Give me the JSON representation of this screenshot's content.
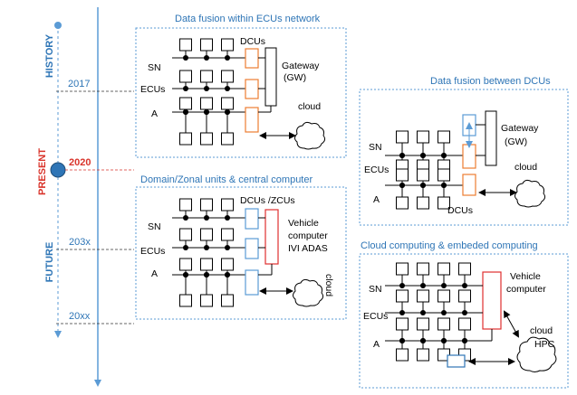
{
  "timeline": {
    "history": "HISTORY",
    "present": "PRESENT",
    "future": "FUTURE",
    "years": [
      "2017",
      "2020",
      "203x",
      "20xx"
    ]
  },
  "panels": {
    "p1": {
      "title": "Data fusion within ECUs network",
      "dcus": "DCUs",
      "gateway": "Gateway",
      "gw": "(GW)",
      "cloud": "cloud"
    },
    "p2": {
      "title": "Domain/Zonal units & central computer",
      "dcus": "DCUs /ZCUs",
      "vehicle": "Vehicle",
      "computer": "computer",
      "ivi": "IVI ADAS",
      "cloud": "cloud"
    },
    "p3": {
      "title": "Data fusion between DCUs",
      "gateway": "Gateway",
      "gw": "(GW)",
      "cloud": "cloud",
      "dcus": "DCUs"
    },
    "p4": {
      "title": "Cloud computing & embeded computing",
      "vehicle": "Vehicle",
      "computer": "computer",
      "cloud": "cloud",
      "hpc": "HPC"
    }
  },
  "row_labels": {
    "sn": "SN",
    "ecus": "ECUs",
    "a": "A"
  },
  "colors": {
    "title_blue": "#2e75b6",
    "timeline_blue": "#5b9bd5",
    "orange": "#ed7d31",
    "red": "#e03030",
    "present_red": "#d9342b"
  }
}
